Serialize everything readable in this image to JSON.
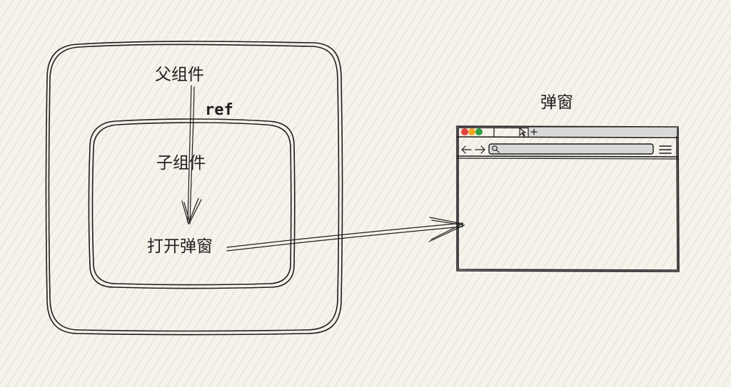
{
  "parent": {
    "label": "父组件"
  },
  "ref": {
    "label": "ref"
  },
  "child": {
    "label": "子组件"
  },
  "action": {
    "label": "打开弹窗"
  },
  "popup": {
    "title": "弹窗"
  },
  "browser": {
    "dot_colors": [
      "#e2453c",
      "#f5a623",
      "#2f9e44"
    ],
    "frame_color": "#1e1e1e",
    "tab_fill": "#d9d9d9"
  },
  "icons": [
    "back-arrow-icon",
    "forward-arrow-icon",
    "search-icon",
    "menu-icon",
    "cursor-icon",
    "new-tab-icon"
  ]
}
